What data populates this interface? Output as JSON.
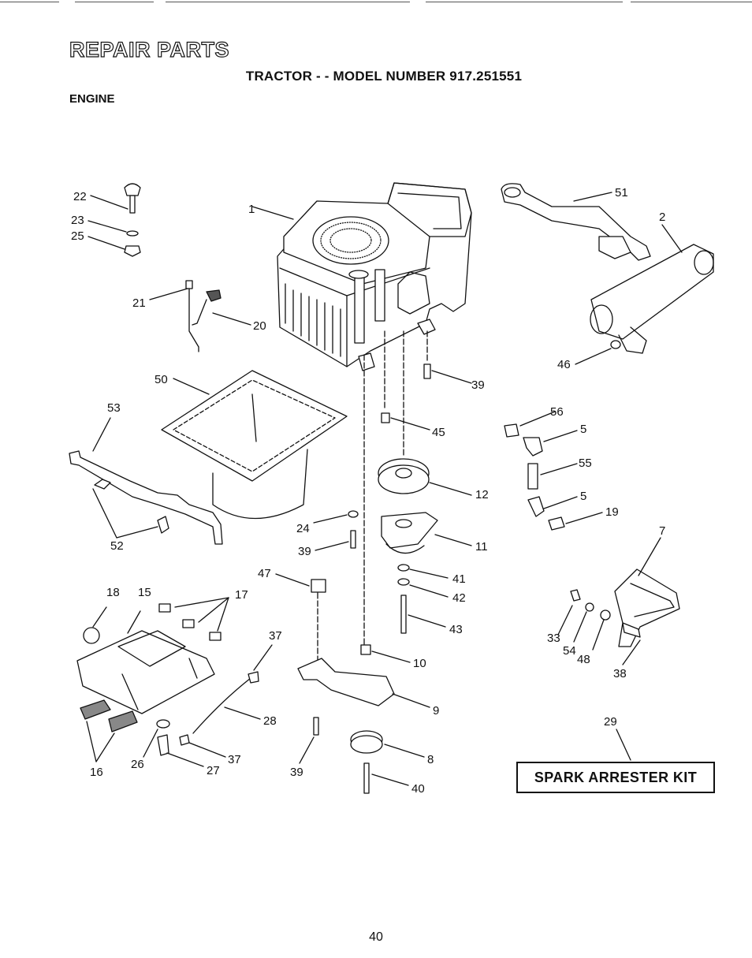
{
  "header": {
    "title": "REPAIR PARTS",
    "subtitle": "TRACTOR - - MODEL NUMBER 917.251551",
    "section": "ENGINE"
  },
  "callouts": {
    "c1": "1",
    "c2": "2",
    "c5a": "5",
    "c5b": "5",
    "c7": "7",
    "c8": "8",
    "c9": "9",
    "c10": "10",
    "c11": "11",
    "c12": "12",
    "c15": "15",
    "c16": "16",
    "c17": "17",
    "c18": "18",
    "c19": "19",
    "c20": "20",
    "c21": "21",
    "c22": "22",
    "c23": "23",
    "c24": "24",
    "c25": "25",
    "c26": "26",
    "c27": "27",
    "c28": "28",
    "c29": "29",
    "c33": "33",
    "c37a": "37",
    "c37b": "37",
    "c38": "38",
    "c39a": "39",
    "c39b": "39",
    "c39c": "39",
    "c40": "40",
    "c41": "41",
    "c42": "42",
    "c43": "43",
    "c45": "45",
    "c46": "46",
    "c47": "47",
    "c48": "48",
    "c50": "50",
    "c51": "51",
    "c52": "52",
    "c53": "53",
    "c54": "54",
    "c55": "55",
    "c56": "56"
  },
  "kit_label": "SPARK ARRESTER KIT",
  "page_number": "40"
}
